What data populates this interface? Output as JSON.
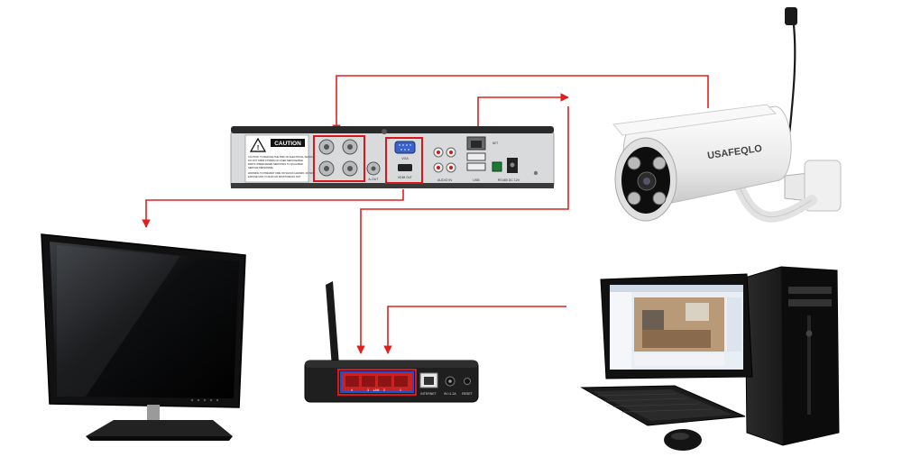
{
  "colors": {
    "connection": "#e0201e",
    "highlight": "#d8161c",
    "lan_highlight": "#1b4fd8",
    "device_black": "#1b1b1b",
    "dvr_panel": "#d9dadc",
    "camera_white": "#f1f1f1"
  },
  "dvr": {
    "caution_title": "CAUTION",
    "caution_text": [
      "CAUTION: TO REDUCE THE RISK OF ELECTRICAL SHOCK",
      "DO NOT OPEN COVERS NO USER SERVICEABLE",
      "PARTS INSIDE REFER SERVICING TO QUALIFIED",
      "SERVICE PERSONNEL",
      "WARNING TO PREVENT FIRE OR SHOCK HAZARD, DO NOT",
      "EXPOSE UNIT TO RAIN OR MOISTURE DO NOT"
    ],
    "port_labels": {
      "vga": "VGA",
      "hdmi": "HDMI OUT",
      "aout": "A-OUT",
      "audio_in": "AUDIO IN",
      "usb": "USB",
      "net": "NET",
      "power": "RS485 DC 12V"
    }
  },
  "camera": {
    "brand": "USAFEQLO"
  },
  "router": {
    "lan_label": "LAN",
    "lan_numbers": [
      "4",
      "3",
      "2",
      "1"
    ],
    "internet_label": "INTERNET",
    "power_label": "5V=1.2A",
    "reset_label": "RESET"
  },
  "icons": [
    "monitor-icon",
    "router-icon",
    "dvr-icon",
    "camera-icon",
    "desktop-computer-icon"
  ]
}
